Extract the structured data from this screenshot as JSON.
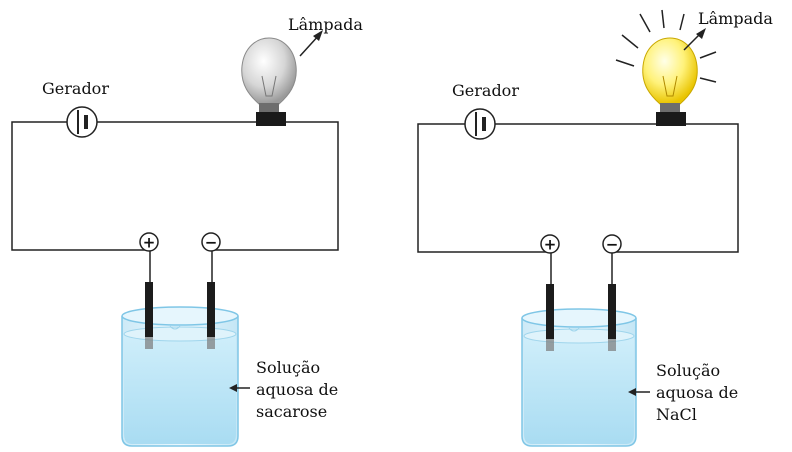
{
  "colors": {
    "wire": "#222222",
    "glass_fill": "#dff2fb",
    "glass_stroke": "#7fc6e6",
    "liquid": "#b9e2f5",
    "bulb_off": "#d9d9d9",
    "bulb_on": "#fff27a",
    "socket": "#1a1a1a",
    "electrode": "#1c1c1c"
  },
  "circuits": [
    {
      "generator_label": "Gerador",
      "lamp_label": "Lâmpada",
      "lamp_state": "off",
      "plus_sign": "+",
      "minus_sign": "−",
      "solution_lines": [
        "Solução",
        "aquosa de",
        "sacarose"
      ]
    },
    {
      "generator_label": "Gerador",
      "lamp_label": "Lâmpada",
      "lamp_state": "on",
      "plus_sign": "+",
      "minus_sign": "−",
      "solution_lines": [
        "Solução",
        "aquosa de",
        "NaCl"
      ]
    }
  ]
}
